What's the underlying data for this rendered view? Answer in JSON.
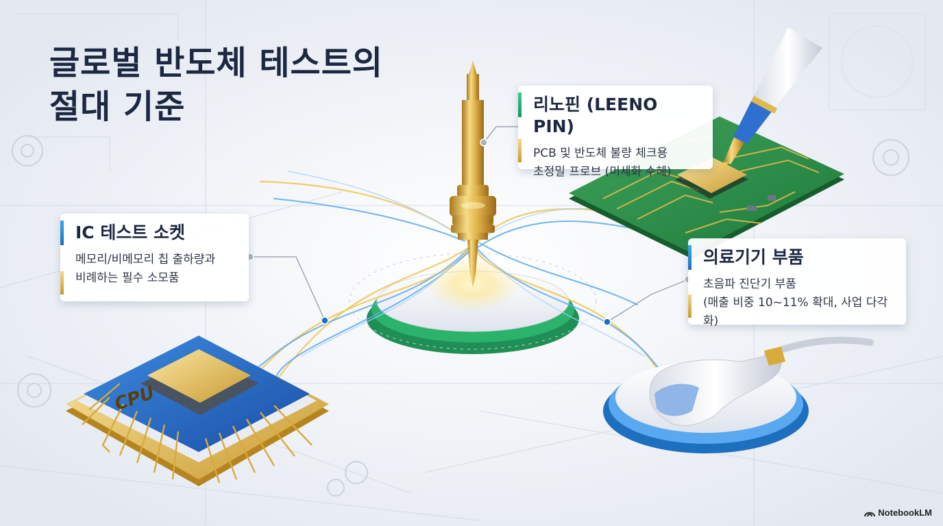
{
  "title": {
    "line1": "글로벌 반도체 테스트의",
    "line2": "절대 기준"
  },
  "cards": {
    "ic_socket": {
      "heading": "IC 테스트 소켓",
      "line1": "메모리/비메모리 칩 출하량과",
      "line2": "비례하는 필수 소모품"
    },
    "leeno_pin": {
      "heading": "리노핀 (LEENO PIN)",
      "line1": "PCB 및 반도체 불량 체크용",
      "line2": "초정밀 프로브 (미세화 수혜)"
    },
    "medical": {
      "heading": "의료기기 부품",
      "line1": "초음파 진단기 부품",
      "line2": "(매출 비중 10~11% 확대, 사업 다각화)"
    }
  },
  "chip_label": "CPU",
  "watermark": "NotebookLM",
  "colors": {
    "gold": "#d9a93a",
    "blue": "#1f6fbf",
    "green": "#13955a",
    "navy": "#1c2842",
    "background": "#eef1f6"
  },
  "icons": [
    "probe-pin-icon",
    "cpu-chip-icon",
    "pcb-board-icon",
    "ultrasound-probe-icon",
    "gear-icon",
    "notebooklm-logo-icon"
  ]
}
